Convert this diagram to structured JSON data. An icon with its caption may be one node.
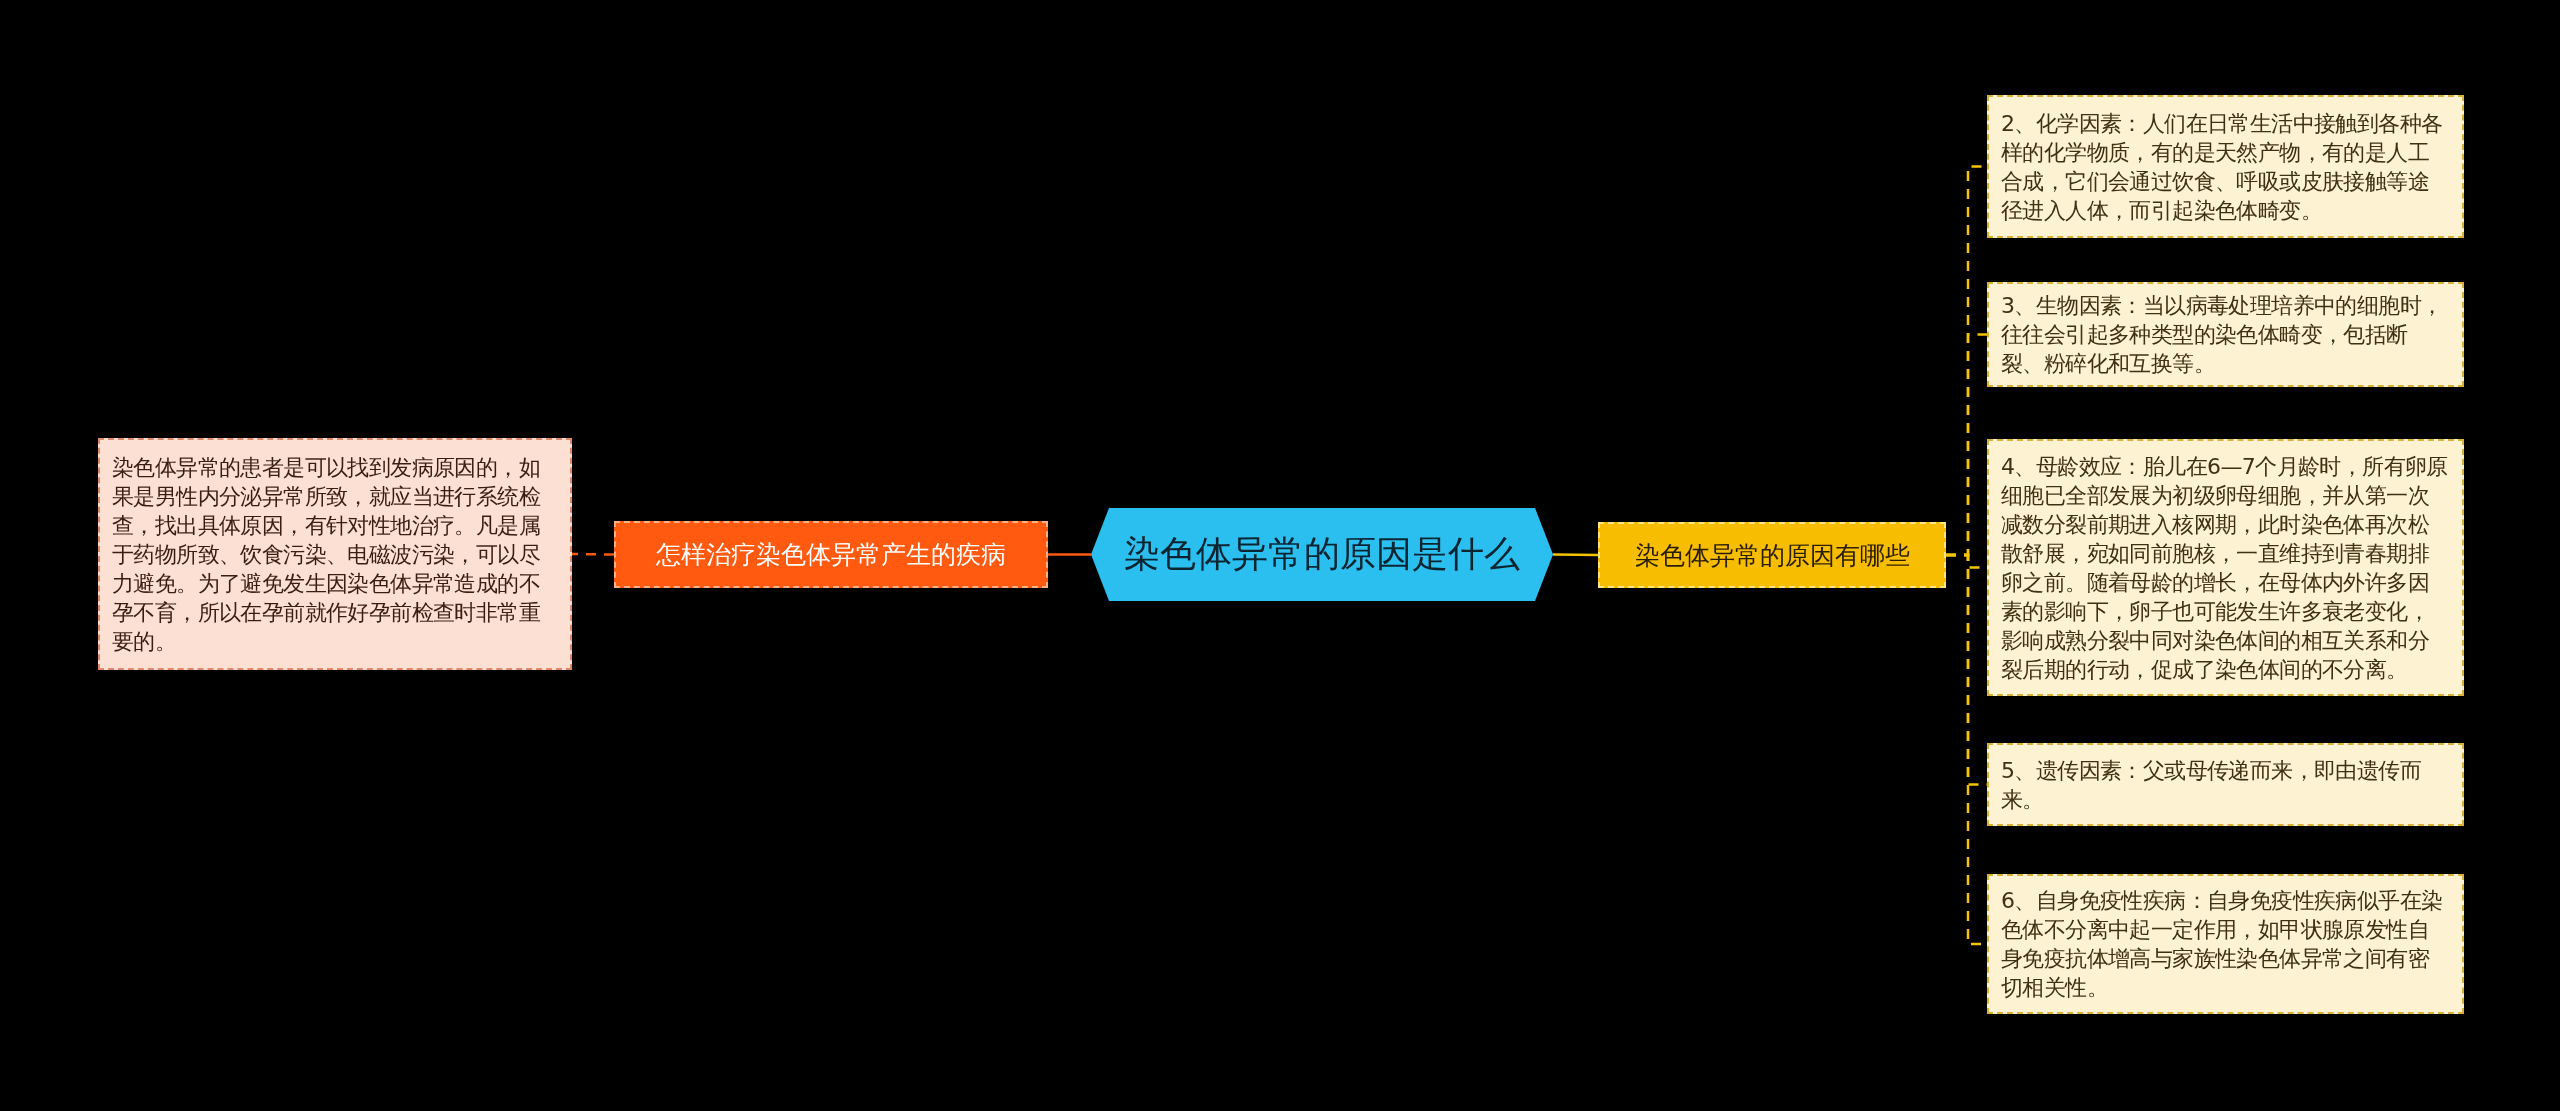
{
  "diagram": {
    "nodes": [
      {
        "text": [
          "染色体异常的原因是什么"
        ]
      },
      {
        "text": [
          "染色体异常的原因有哪些"
        ]
      },
      {
        "text": [
          "2、化学因素：人们在日常生活中接触到各种各样的化学物质，有的是天然产物，有的是人工合成，它们会通过饮食、呼吸或皮肤接触等途径进入人体，而引起染色体畸变。"
        ]
      },
      {
        "text": [
          "3、生物因素：当以病毒处理培养中的细胞时，往往会引起多种类型的染色体畸变，包括断裂、粉碎化和互换等。"
        ]
      },
      {
        "text": [
          "4、母龄效应：胎儿在6—7个月龄时，所有卵原细胞已全部发展为初级卵母细胞，并从第一次减数分裂前期进入核网期，此时染色体再次松散舒展，宛如同前胞核，一直维持到青春期排卵之前。随着母龄的增长，在母体内外许多因素的影响下，卵子也可能发生许多衰老变化，影响成熟分裂中同对染色体间的相互关系和分裂后期的行动，促成了染色体间的不分离。"
        ]
      },
      {
        "text": [
          "5、遗传因素：父或母传递而来，即由遗传而来。"
        ]
      },
      {
        "text": [
          "6、自身免疫性疾病：自身免疫性疾病似乎在染色体不分离中起一定作用，如甲状腺原发性自身免疫抗体增高与家族性染色体异常之间有密切相关性。"
        ]
      },
      {
        "text": [
          "怎样治疗染色体异常产生的疾病"
        ]
      },
      {
        "text": [
          "染色体异常的患者是可以找到发病原因的，如果是男性内分泌异常所致，就应当进行系统检查，找出具体原因，有针对性地治疗。凡是属于药物所致、饮食污染、电磁波污染，可以尽力避免。为了避免发生因染色体异常造成的不孕不育，所以在孕前就作好孕前检查时非常重要的。"
        ]
      }
    ],
    "edges": [
      {
        "from": 0,
        "to": 1,
        "arrow": "none"
      },
      {
        "from": 1,
        "to": 2,
        "arrow": "none",
        "style": "dashed"
      },
      {
        "from": 1,
        "to": 3,
        "arrow": "none",
        "style": "dashed"
      },
      {
        "from": 1,
        "to": 4,
        "arrow": "none",
        "style": "dashed"
      },
      {
        "from": 1,
        "to": 5,
        "arrow": "none",
        "style": "dashed"
      },
      {
        "from": 1,
        "to": 6,
        "arrow": "none",
        "style": "dashed"
      },
      {
        "from": 0,
        "to": 7,
        "arrow": "none",
        "color": "#ff5a14"
      },
      {
        "from": 7,
        "to": 8,
        "arrow": "none",
        "style": "dashed",
        "color": "#ff5a14"
      }
    ]
  }
}
